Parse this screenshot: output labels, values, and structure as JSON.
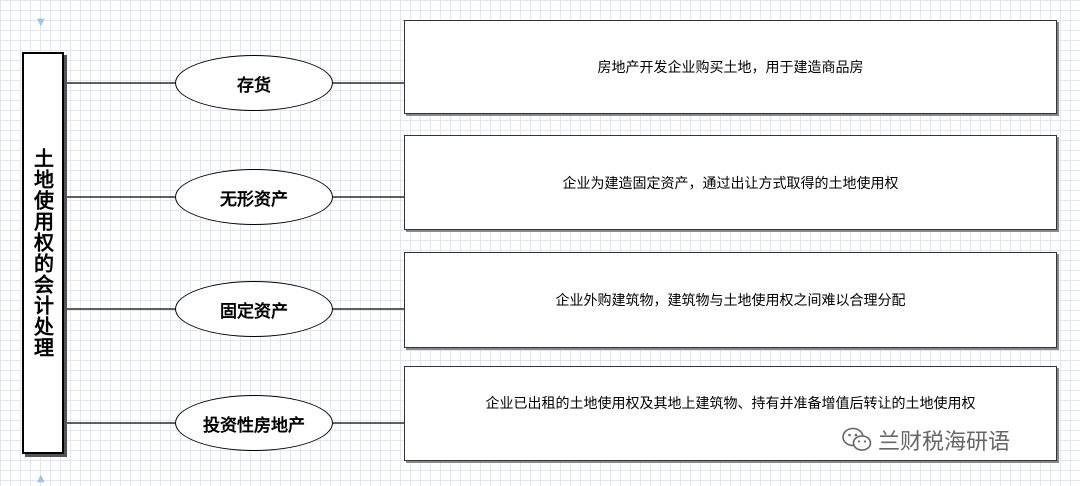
{
  "diagram": {
    "root": "土地使用权的会计处理",
    "branches": [
      {
        "category": "存货",
        "description": "房地产开发企业购买土地，用于建造商品房"
      },
      {
        "category": "无形资产",
        "description": "企业为建造固定资产，通过出让方式取得的土地使用权"
      },
      {
        "category": "固定资产",
        "description": "企业外购建筑物，建筑物与土地使用权之间难以合理分配"
      },
      {
        "category": "投资性房地产",
        "description": "企业已出租的土地使用权及其地上建筑物、持有并准备增值后转让的土地使用权"
      }
    ]
  },
  "watermark": {
    "text": "兰财税海研语",
    "icon": "wechat-icon"
  },
  "colors": {
    "line": "#000000",
    "grid": "#e3e6ea",
    "scroll_arrow": "#9ac4e6"
  }
}
